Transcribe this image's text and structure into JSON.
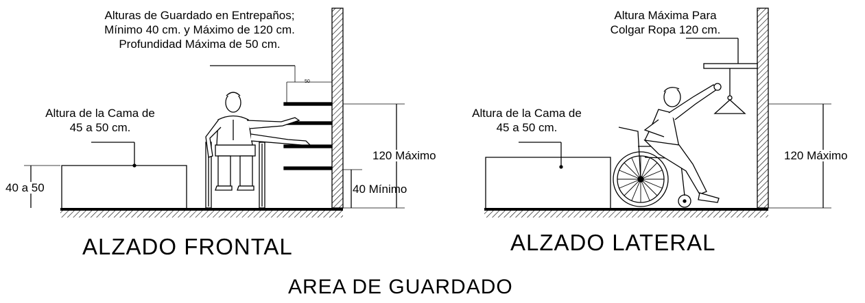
{
  "diagram": {
    "title": "AREA DE GUARDADO",
    "front": {
      "heading": "ALZADO FRONTAL",
      "shelf_note": [
        "Alturas de Guardado en Entrepaños;",
        "Mínimo 40 cm. y Máximo de 120 cm.",
        "Profundidad Máxima de 50 cm."
      ],
      "bed_note": [
        "Altura de la Cama de",
        "45 a 50 cm."
      ],
      "bed_height": "40 a 50",
      "shelf_depth": "50",
      "max_label": "120 Máximo",
      "min_label": "40 Mínimo"
    },
    "side": {
      "heading": "ALZADO LATERAL",
      "hang_note": [
        "Altura Máxima Para",
        "Colgar Ropa 120 cm."
      ],
      "bed_note": [
        "Altura de la Cama de",
        "45 a 50 cm."
      ],
      "max_label": "120 Máximo"
    }
  }
}
